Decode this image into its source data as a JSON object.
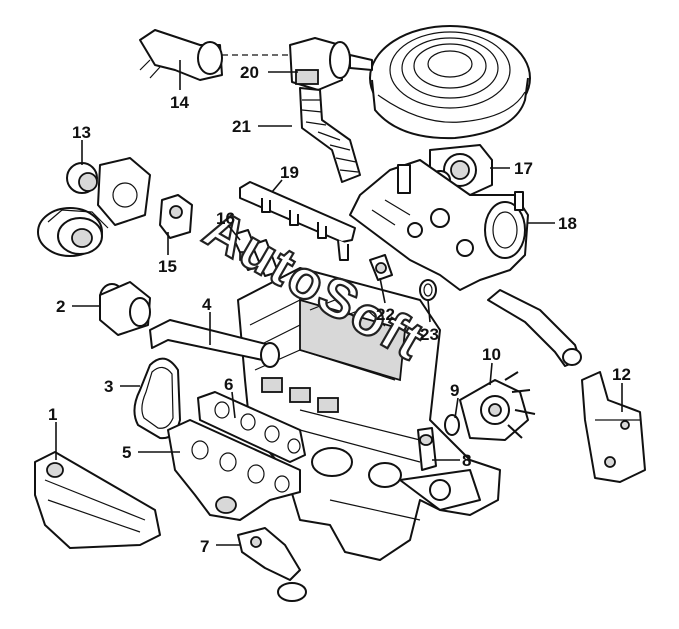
{
  "watermark": "AutoSoft",
  "callouts": [
    {
      "num": "1"
    },
    {
      "num": "2"
    },
    {
      "num": "3"
    },
    {
      "num": "4"
    },
    {
      "num": "5"
    },
    {
      "num": "6"
    },
    {
      "num": "7"
    },
    {
      "num": "8"
    },
    {
      "num": "9"
    },
    {
      "num": "10"
    },
    {
      "num": "12"
    },
    {
      "num": "13"
    },
    {
      "num": "14"
    },
    {
      "num": "15"
    },
    {
      "num": "16"
    },
    {
      "num": "17"
    },
    {
      "num": "18"
    },
    {
      "num": "19"
    },
    {
      "num": "20"
    },
    {
      "num": "21"
    },
    {
      "num": "22"
    },
    {
      "num": "23"
    }
  ]
}
